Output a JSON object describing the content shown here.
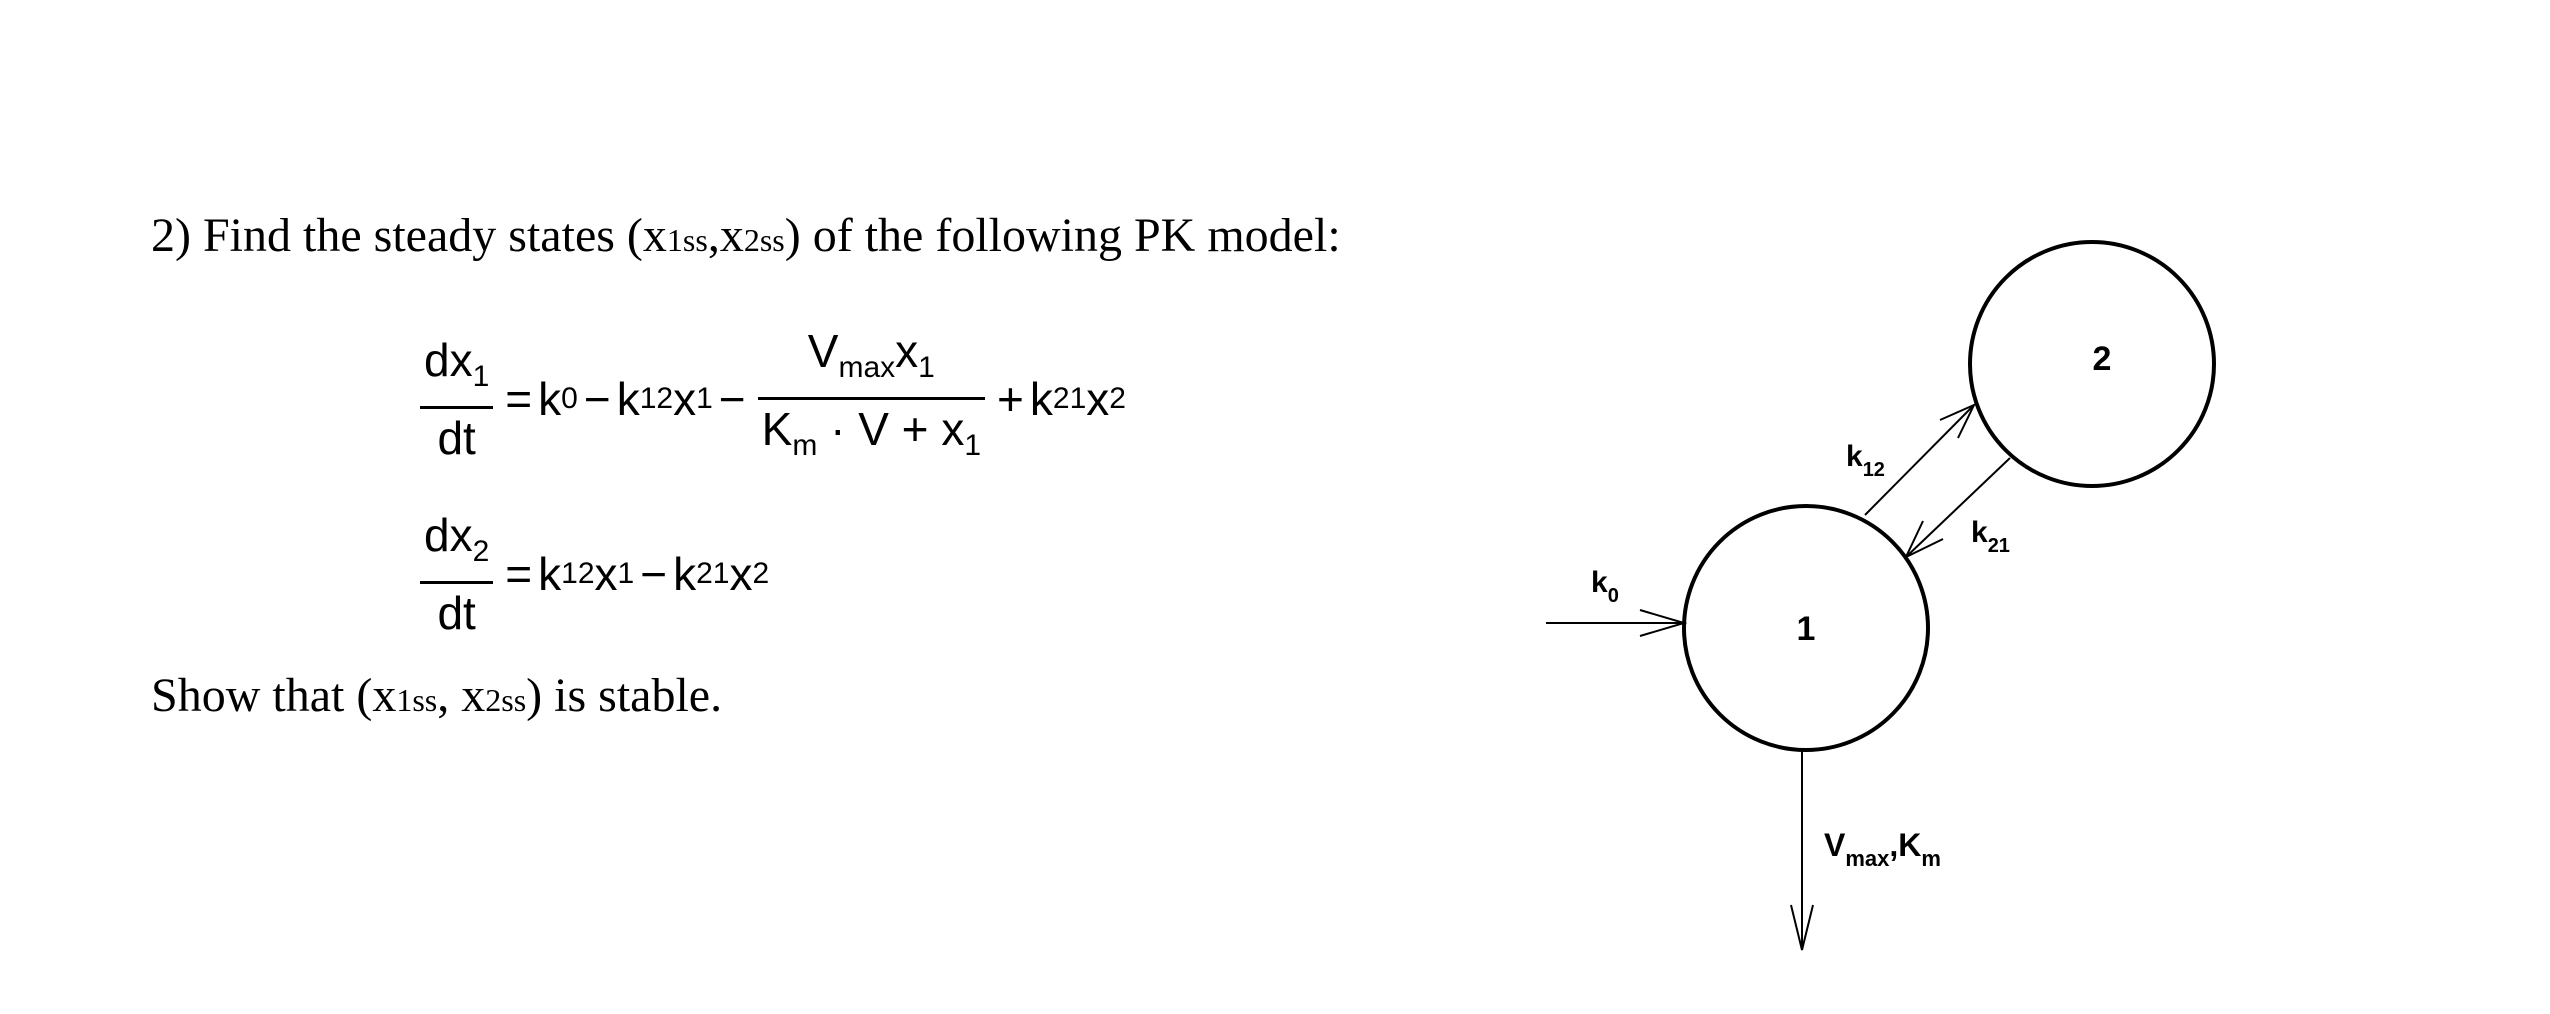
{
  "problem": {
    "title_prefix": "2) Find the steady states (",
    "title_x1": "x",
    "title_x1_sub": "1ss",
    "title_comma": ",",
    "title_x2": "x",
    "title_x2_sub": "2ss",
    "title_suffix": ")  of the following PK model:",
    "show_prefix": "Show that (",
    "show_x1": "x",
    "show_x1_sub": "1ss",
    "show_comma": ", ",
    "show_x2": "x",
    "show_x2_sub": "2ss",
    "show_suffix": ") is stable."
  },
  "equations": {
    "eq1": {
      "lhs_num": "dx",
      "lhs_num_sub": "1",
      "lhs_den": "dt",
      "eq": "=",
      "k0": "k",
      "k0_sub": "0",
      "minus1": "−",
      "k12": "k",
      "k12_sub": "12",
      "x1a": "x",
      "x1a_sub": "1",
      "minus2": "−",
      "frac_num_v": "V",
      "frac_num_v_sub": "max",
      "frac_num_x": "x",
      "frac_num_x_sub": "1",
      "frac_den_k": "K",
      "frac_den_k_sub": "m",
      "frac_den_rest": " · V + x",
      "frac_den_x_sub": "1",
      "plus": "+",
      "k21": "k",
      "k21_sub": "21",
      "x2": "x",
      "x2_sub": "2"
    },
    "eq2": {
      "lhs_num": "dx",
      "lhs_num_sub": "2",
      "lhs_den": "dt",
      "eq": "=",
      "k12": "k",
      "k12_sub": "12",
      "x1": "x",
      "x1_sub": "1",
      "minus": "−",
      "k21": "k",
      "k21_sub": "21",
      "x2": "x",
      "x2_sub": "2"
    }
  },
  "diagram": {
    "compartment_1": "1",
    "compartment_2": "2",
    "k0": "k",
    "k0_sub": "0",
    "k12": "k",
    "k12_sub": "12",
    "k21": "k",
    "k21_sub": "21",
    "elim_v": "V",
    "elim_v_sub": "max",
    "elim_comma": ",",
    "elim_k": "K",
    "elim_k_sub": "m"
  }
}
